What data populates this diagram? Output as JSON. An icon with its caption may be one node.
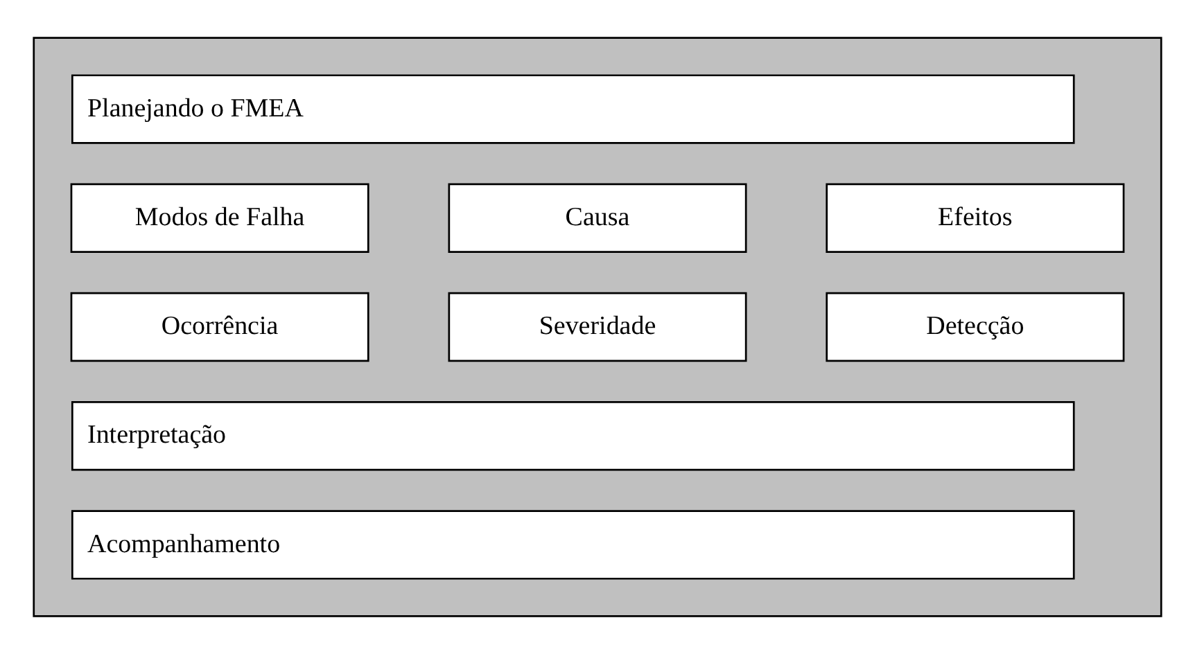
{
  "diagram": {
    "nodes": [
      {
        "text": [],
        "shape": "box"
      },
      {
        "text": [
          "Planejando o FMEA"
        ],
        "in": 0
      },
      {
        "text": [
          "Modos de Falha"
        ],
        "in": 0
      },
      {
        "text": [
          "Causa"
        ],
        "in": 0
      },
      {
        "text": [
          "Efeitos"
        ],
        "in": 0
      },
      {
        "text": [
          "Ocorrência"
        ],
        "in": 0
      },
      {
        "text": [
          "Severidade"
        ],
        "in": 0
      },
      {
        "text": [
          "Detecção"
        ],
        "in": 0
      },
      {
        "text": [
          "Interpretação"
        ],
        "in": 0
      },
      {
        "text": [
          "Acompanhamento"
        ],
        "in": 0
      }
    ],
    "edges": []
  }
}
